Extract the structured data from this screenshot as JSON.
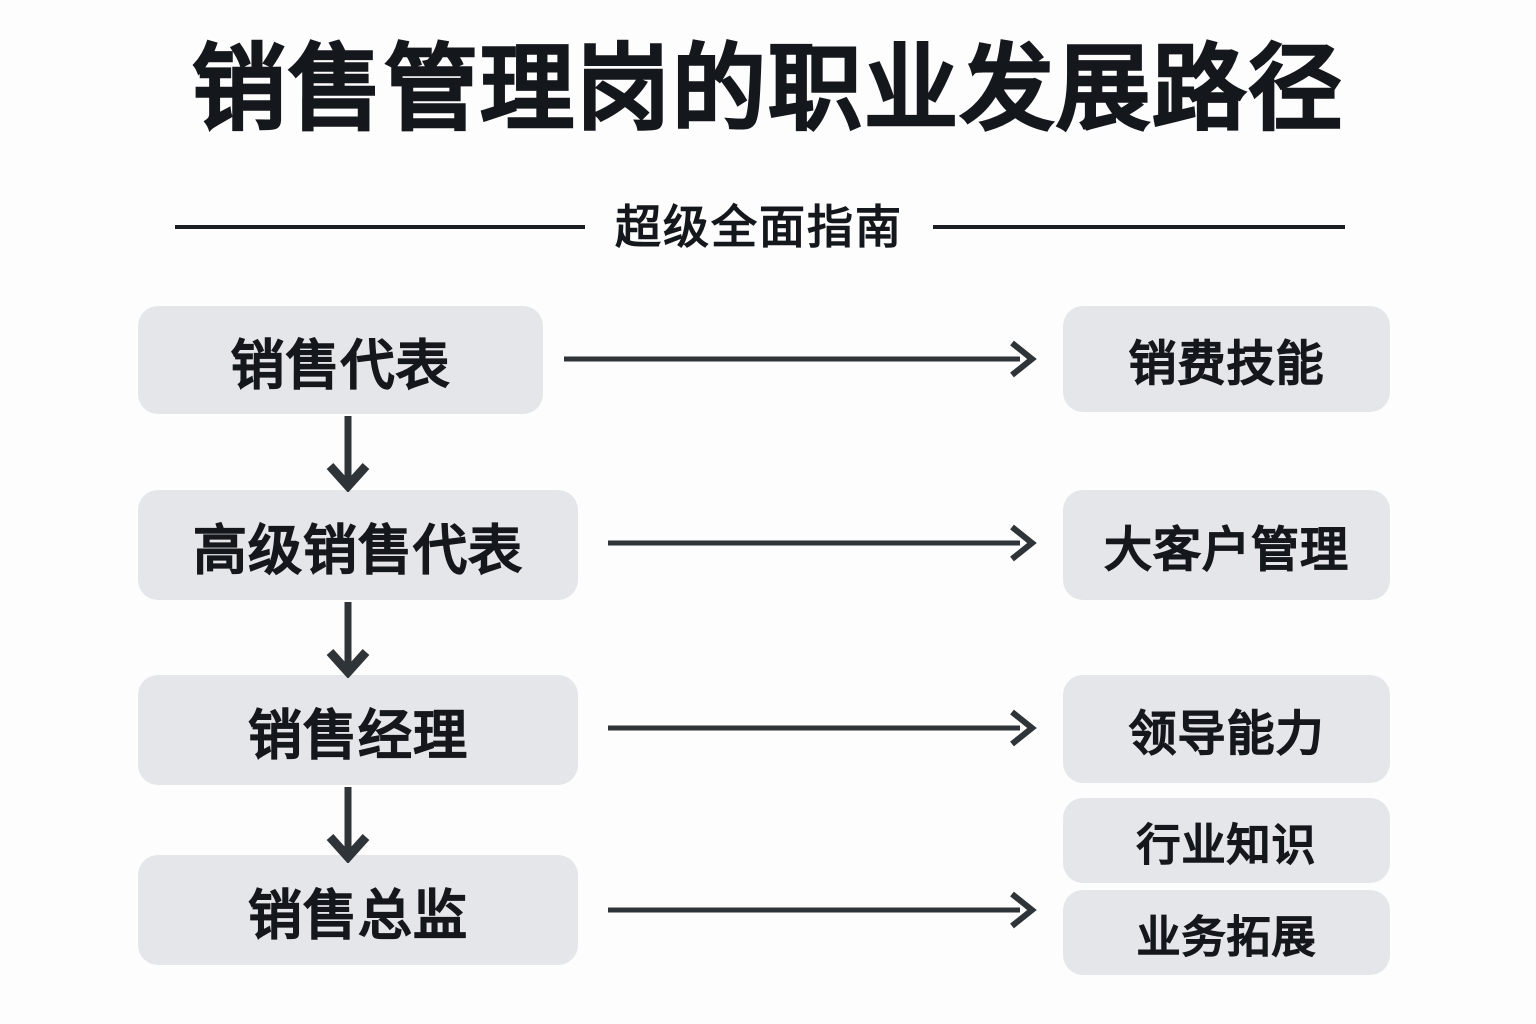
{
  "header": {
    "title": "销售管理岗的职业发展路径",
    "subtitle": "超级全面指南"
  },
  "colors": {
    "background": "#fdfdfd",
    "node_fill": "#e4e6e9",
    "text": "#14181c",
    "arrow": "#2f3438"
  },
  "diagram": {
    "type": "flowchart",
    "career_path": [
      {
        "label": "销售代表"
      },
      {
        "label": "高级销售代表"
      },
      {
        "label": "销售经理"
      },
      {
        "label": "销售总监"
      }
    ],
    "skills": [
      {
        "label": "销费技能"
      },
      {
        "label": "大客户管理"
      },
      {
        "label": "领导能力"
      },
      {
        "label": "行业知识"
      },
      {
        "label": "业务拓展"
      }
    ],
    "connections": {
      "vertical_arrows": 3,
      "horizontal_arrows": 4
    }
  }
}
